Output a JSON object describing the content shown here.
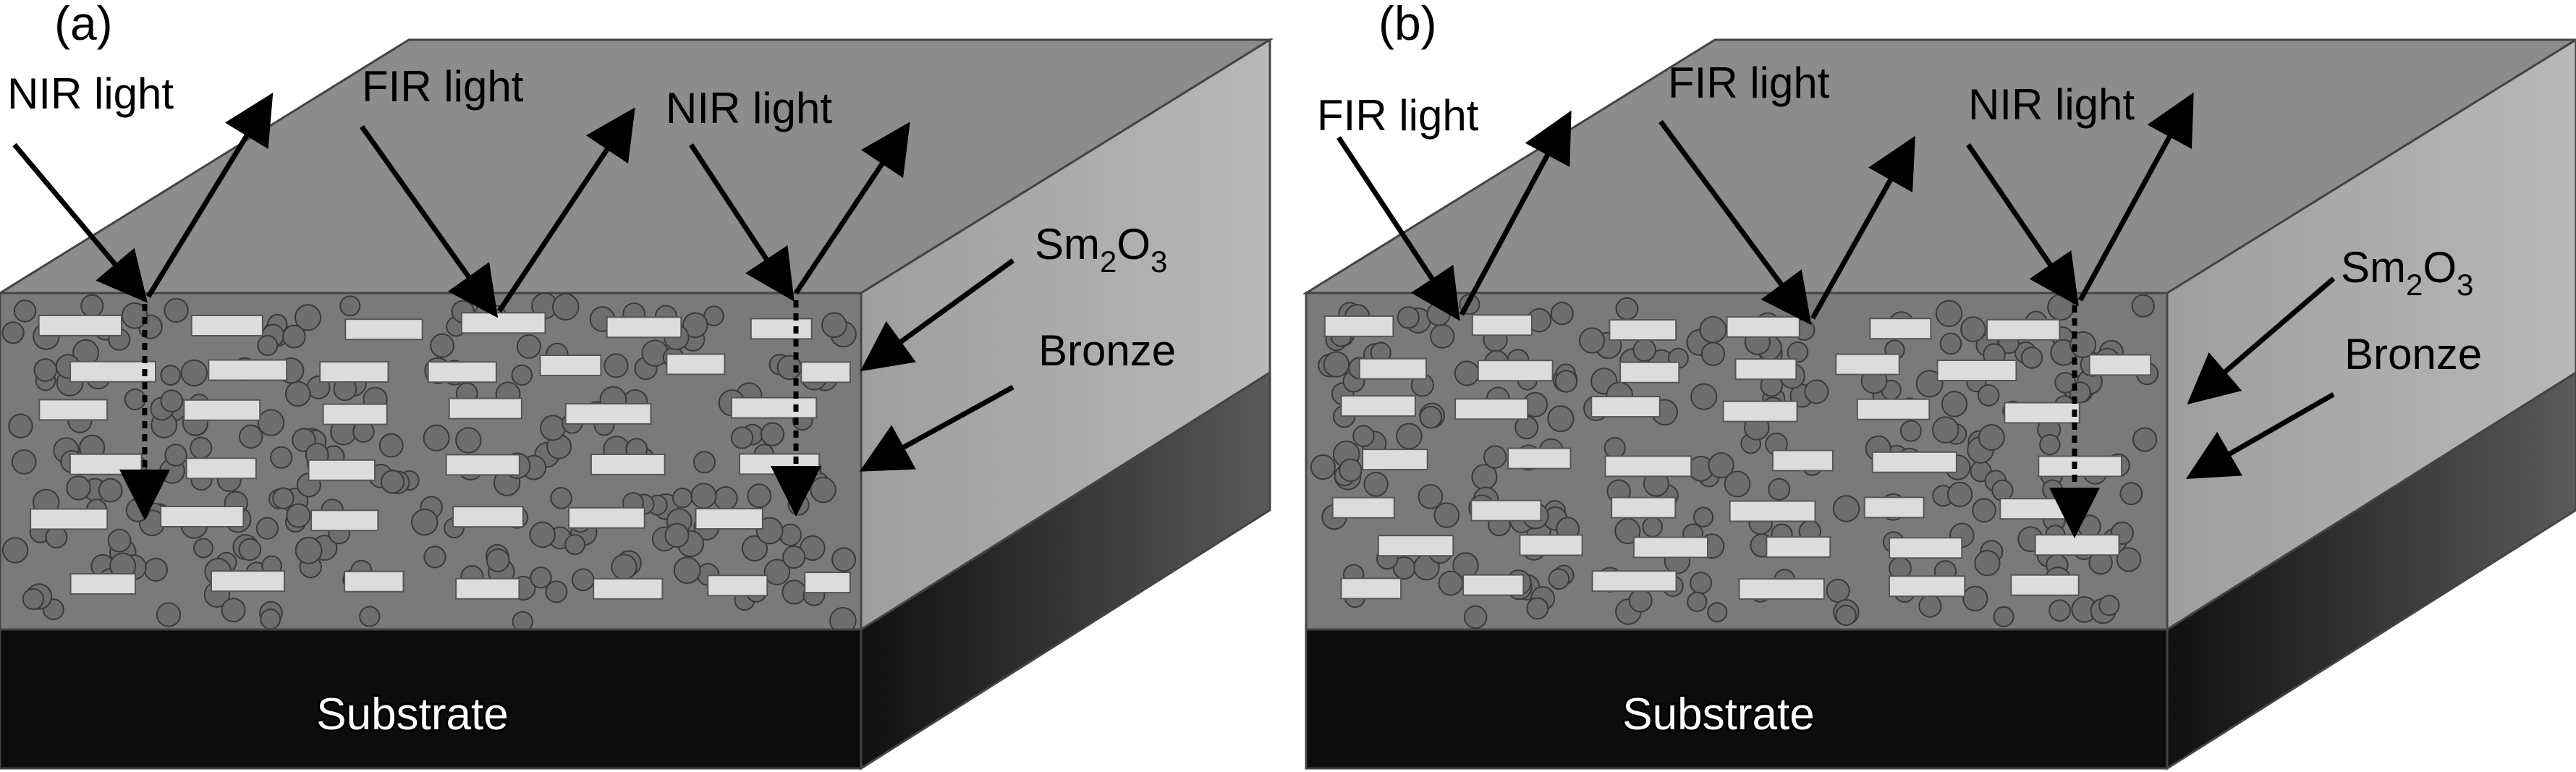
{
  "panels": [
    {
      "id": "a",
      "label": "(a)",
      "light_labels": [
        "NIR light",
        "FIR light",
        "NIR light"
      ],
      "sm2o3_main": "Sm",
      "sm2o3_sub1": "2",
      "sm2o3_mid": "O",
      "sm2o3_sub2": "3",
      "bronze_label": "Bronze",
      "substrate_label": "Substrate"
    },
    {
      "id": "b",
      "label": "(b)",
      "light_labels": [
        "FIR light",
        "FIR light",
        "NIR light"
      ],
      "sm2o3_main": "Sm",
      "sm2o3_sub1": "2",
      "sm2o3_mid": "O",
      "sm2o3_sub2": "3",
      "bronze_label": "Bronze",
      "substrate_label": "Substrate"
    }
  ],
  "colors": {
    "top_face": "#8c8c8c",
    "coating_front": "#7a7a7a",
    "coating_side": "#9a9a9a",
    "substrate_front": "#0c0c0c",
    "substrate_side": "#1e1e1e",
    "particle": "#6e6e6e",
    "flake": "#dcdcdc"
  }
}
